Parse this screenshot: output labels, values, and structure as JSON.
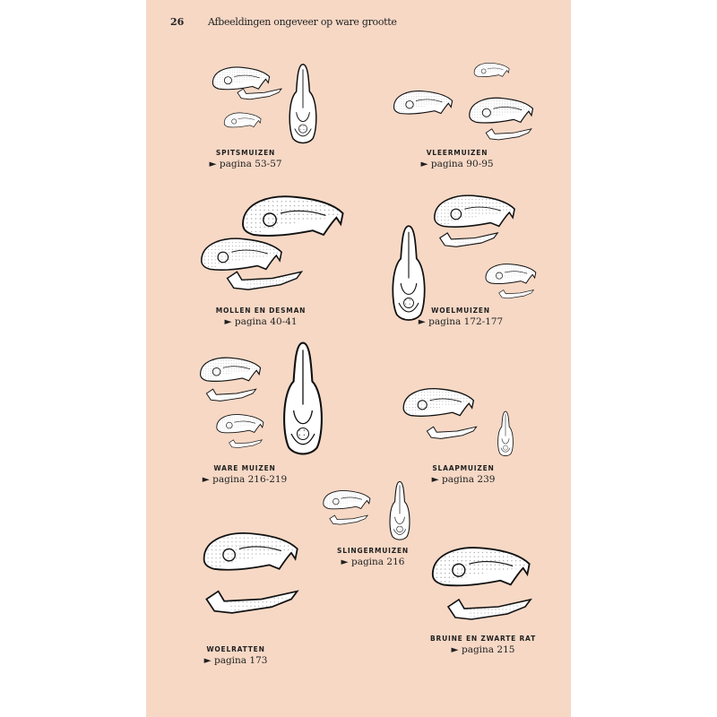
{
  "header": {
    "page_number": "26",
    "title": "Afbeeldingen ongeveer op ware grootte"
  },
  "groups": [
    {
      "name": "SPITSMUIZEN",
      "page_ref": "► pagina 53-57"
    },
    {
      "name": "VLEERMUIZEN",
      "page_ref": "► pagina 90-95"
    },
    {
      "name": "MOLLEN EN DESMAN",
      "page_ref": "► pagina 40-41"
    },
    {
      "name": "WOELMUIZEN",
      "page_ref": "► pagina 172-177"
    },
    {
      "name": "WARE MUIZEN",
      "page_ref": "► pagina 216-219"
    },
    {
      "name": "SLAAPMUIZEN",
      "page_ref": "► pagina 239"
    },
    {
      "name": "SLINGERMUIZEN",
      "page_ref": "► pagina 216"
    },
    {
      "name": "WOELRATTEN",
      "page_ref": "► pagina 173"
    },
    {
      "name": "BRUINE EN ZWARTE RAT",
      "page_ref": "► pagina 215"
    }
  ],
  "colors": {
    "page": "#f6d8c5",
    "ink": "#1f1f1f"
  }
}
